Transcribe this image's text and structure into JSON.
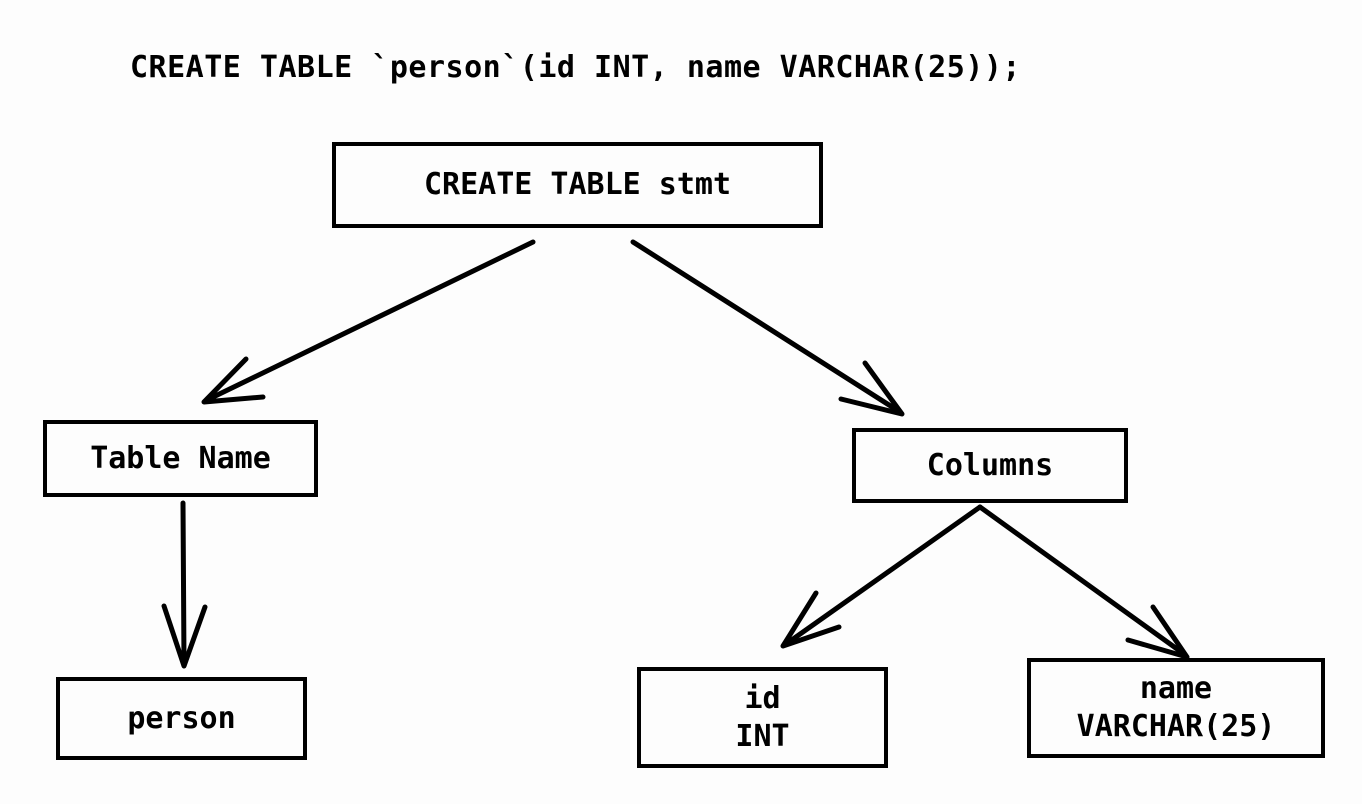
{
  "sql_statement": "CREATE TABLE `person`(id INT, name VARCHAR(25));",
  "nodes": {
    "root": {
      "label": "CREATE TABLE stmt"
    },
    "table_name": {
      "label": "Table Name"
    },
    "columns": {
      "label": "Columns"
    },
    "person": {
      "label": "person"
    },
    "id_column": {
      "name": "id",
      "type": "INT"
    },
    "name_column": {
      "name": "name",
      "type": "VARCHAR(25)"
    }
  },
  "colors": {
    "background": "#fdfdfd",
    "stroke": "#000000",
    "text": "#000000"
  }
}
